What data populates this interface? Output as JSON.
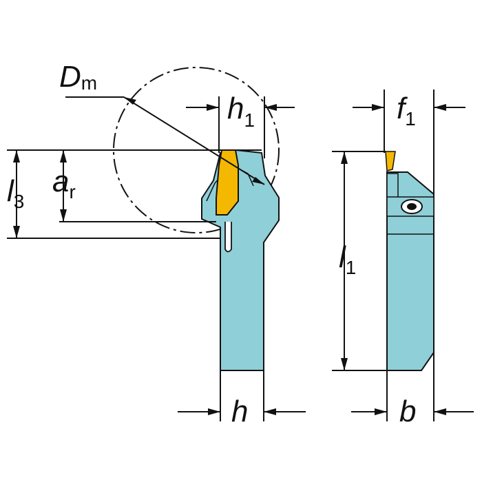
{
  "labels": {
    "dm_main": "D",
    "dm_sub": "m",
    "h1_main": "h",
    "h1_sub": "1",
    "l3_main": "l",
    "l3_sub": "3",
    "ar_main": "a",
    "ar_sub": "r",
    "f1_main": "f",
    "f1_sub": "1",
    "l1_main": "l",
    "l1_sub": "1",
    "h_main": "h",
    "b_main": "b"
  },
  "colors": {
    "body": "#8fcfd8",
    "insert": "#f5b800",
    "line": "#111111"
  }
}
